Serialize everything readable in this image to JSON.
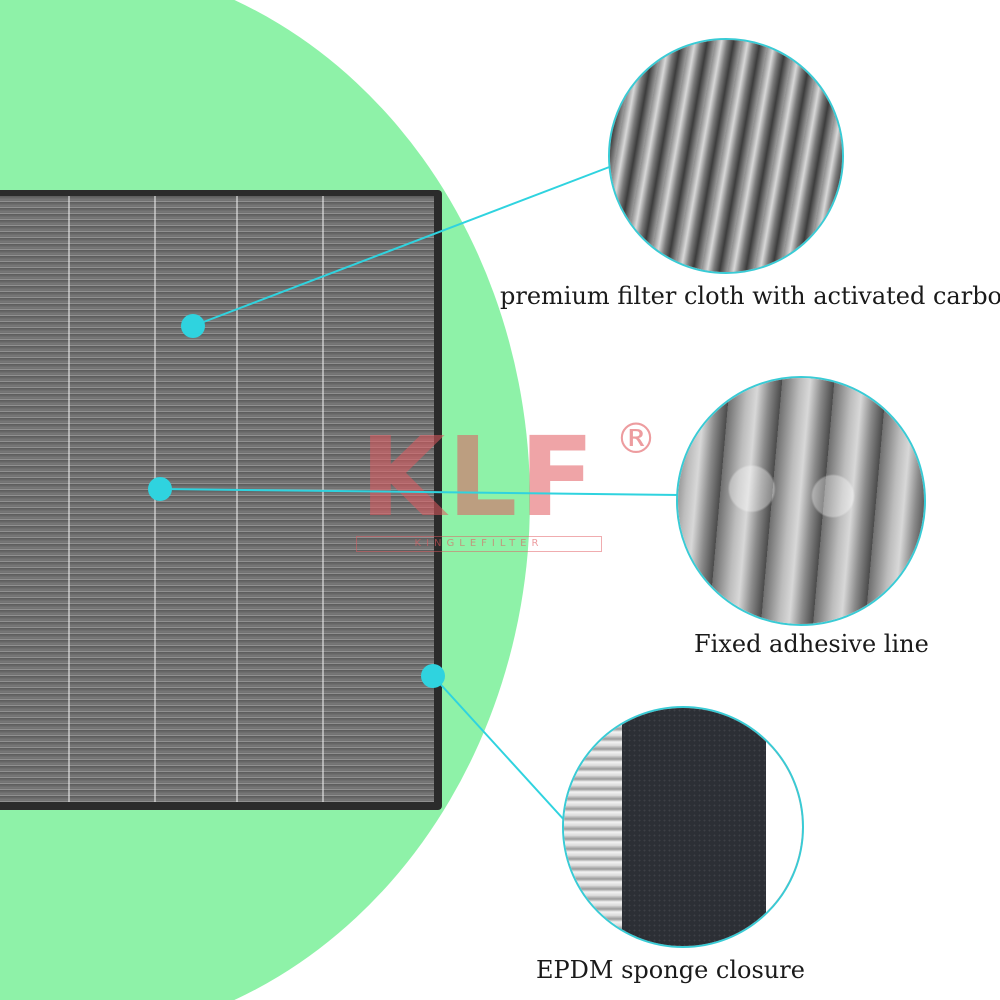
{
  "watermark": {
    "brand": "KLF",
    "registered": "®",
    "subtitle": "KINGLEFILTER"
  },
  "callouts": [
    {
      "label": "premium filter cloth with activated carbon"
    },
    {
      "label": "Fixed adhesive line"
    },
    {
      "label": "EPDM sponge closure"
    }
  ],
  "colors": {
    "background_shape": "#8ef2a8",
    "leader_line": "#2fd3df",
    "watermark": "#e15a5f"
  }
}
